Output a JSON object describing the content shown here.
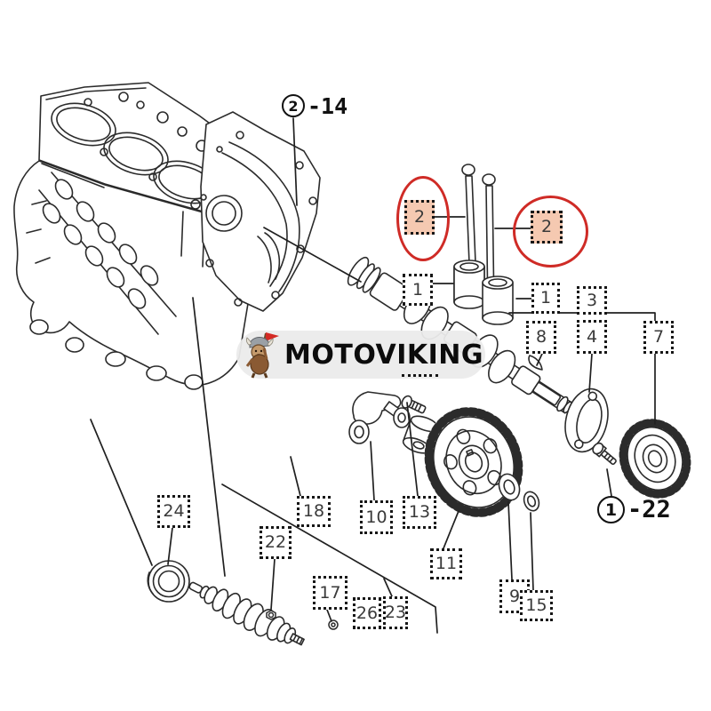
{
  "watermark": {
    "text": "MOTOVIKING",
    "mascot_icon": "viking-mascot",
    "bg_color": "#ebebeb",
    "text_color": "#0c0c0c"
  },
  "colors": {
    "line": "#262626",
    "highlight_fill": "#f5c9b1",
    "highlight_ring": "#cf2b26",
    "callout_border": "#161616"
  },
  "refs": [
    {
      "number": "2",
      "suffix": "-14"
    },
    {
      "number": "1",
      "suffix": "-22"
    }
  ],
  "callouts": [
    {
      "id": "2-left",
      "label": "2",
      "highlighted": true
    },
    {
      "id": "2-right",
      "label": "2",
      "highlighted": true
    },
    {
      "id": "1-left",
      "label": "1",
      "highlighted": false
    },
    {
      "id": "1-right",
      "label": "1",
      "highlighted": false
    },
    {
      "id": "8",
      "label": "8",
      "highlighted": false
    },
    {
      "id": "3",
      "label": "3",
      "highlighted": false
    },
    {
      "id": "4",
      "label": "4",
      "highlighted": false
    },
    {
      "id": "7",
      "label": "7",
      "highlighted": false
    },
    {
      "id": "10",
      "label": "10",
      "highlighted": false
    },
    {
      "id": "13",
      "label": "13",
      "highlighted": false
    },
    {
      "id": "11",
      "label": "11",
      "highlighted": false
    },
    {
      "id": "9",
      "label": "9",
      "highlighted": false
    },
    {
      "id": "15",
      "label": "15",
      "highlighted": false
    },
    {
      "id": "24",
      "label": "24",
      "highlighted": false
    },
    {
      "id": "18",
      "label": "18",
      "highlighted": false
    },
    {
      "id": "22",
      "label": "22",
      "highlighted": false
    },
    {
      "id": "17",
      "label": "17",
      "highlighted": false
    },
    {
      "id": "26",
      "label": "26",
      "highlighted": false
    },
    {
      "id": "23",
      "label": "23",
      "highlighted": false
    }
  ]
}
